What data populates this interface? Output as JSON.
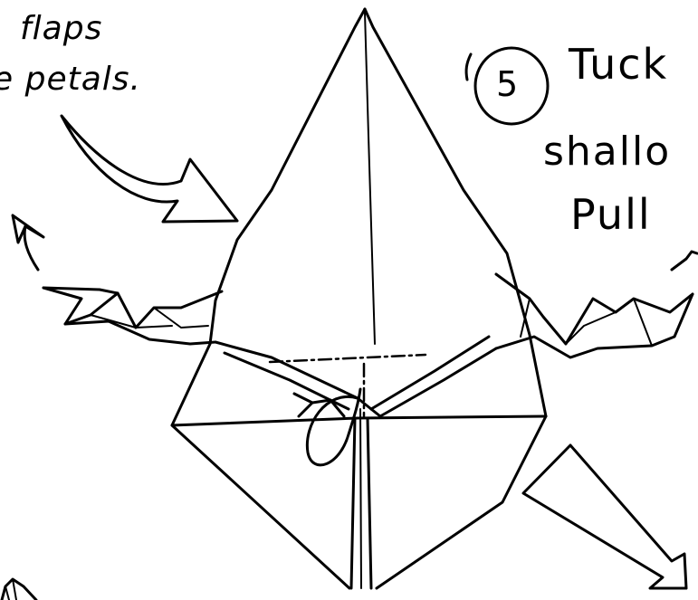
{
  "annotations": {
    "flaps_line": "flaps",
    "petals_line": "e petals.",
    "step_number": "5",
    "tuck_line": "Tuck",
    "shallow_line": "shallo",
    "pull_line": "Pull"
  },
  "colors": {
    "ink": "#000000",
    "paper": "#ffffff"
  }
}
